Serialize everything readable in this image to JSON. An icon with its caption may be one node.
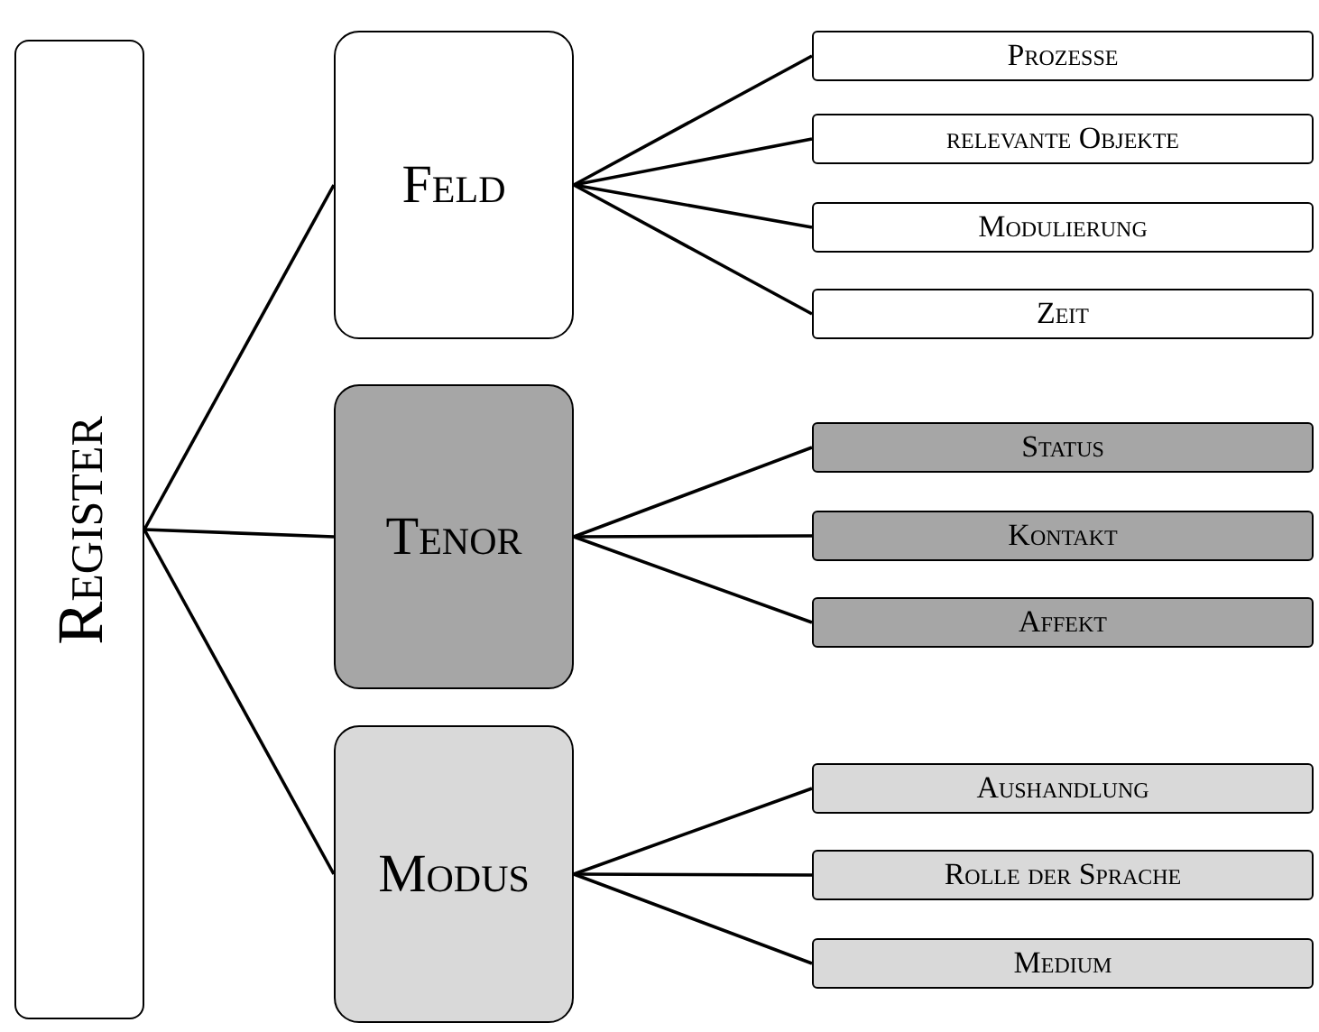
{
  "diagram": {
    "nodes": [
      {
        "text": [
          "Register"
        ]
      },
      {
        "text": [
          "Feld"
        ]
      },
      {
        "text": [
          "Tenor"
        ]
      },
      {
        "text": [
          "Modus"
        ]
      },
      {
        "text": [
          "Prozesse"
        ]
      },
      {
        "text": [
          "relevante Objekte"
        ]
      },
      {
        "text": [
          "Modulierung"
        ]
      },
      {
        "text": [
          "Zeit"
        ]
      },
      {
        "text": [
          "Status"
        ]
      },
      {
        "text": [
          "Kontakt"
        ]
      },
      {
        "text": [
          "Affekt"
        ]
      },
      {
        "text": [
          "Aushandlung"
        ]
      },
      {
        "text": [
          "Rolle der Sprache"
        ]
      },
      {
        "text": [
          "Medium"
        ]
      }
    ],
    "edges": [
      {
        "from": 0,
        "to": 1,
        "arrow": "none"
      },
      {
        "from": 0,
        "to": 2,
        "arrow": "none"
      },
      {
        "from": 0,
        "to": 3,
        "arrow": "none"
      },
      {
        "from": 1,
        "to": 4,
        "arrow": "none"
      },
      {
        "from": 1,
        "to": 5,
        "arrow": "none"
      },
      {
        "from": 1,
        "to": 6,
        "arrow": "none"
      },
      {
        "from": 1,
        "to": 7,
        "arrow": "none"
      },
      {
        "from": 2,
        "to": 8,
        "arrow": "none"
      },
      {
        "from": 2,
        "to": 9,
        "arrow": "none"
      },
      {
        "from": 2,
        "to": 10,
        "arrow": "none"
      },
      {
        "from": 3,
        "to": 11,
        "arrow": "none"
      },
      {
        "from": 3,
        "to": 12,
        "arrow": "none"
      },
      {
        "from": 3,
        "to": 13,
        "arrow": "none"
      }
    ]
  }
}
